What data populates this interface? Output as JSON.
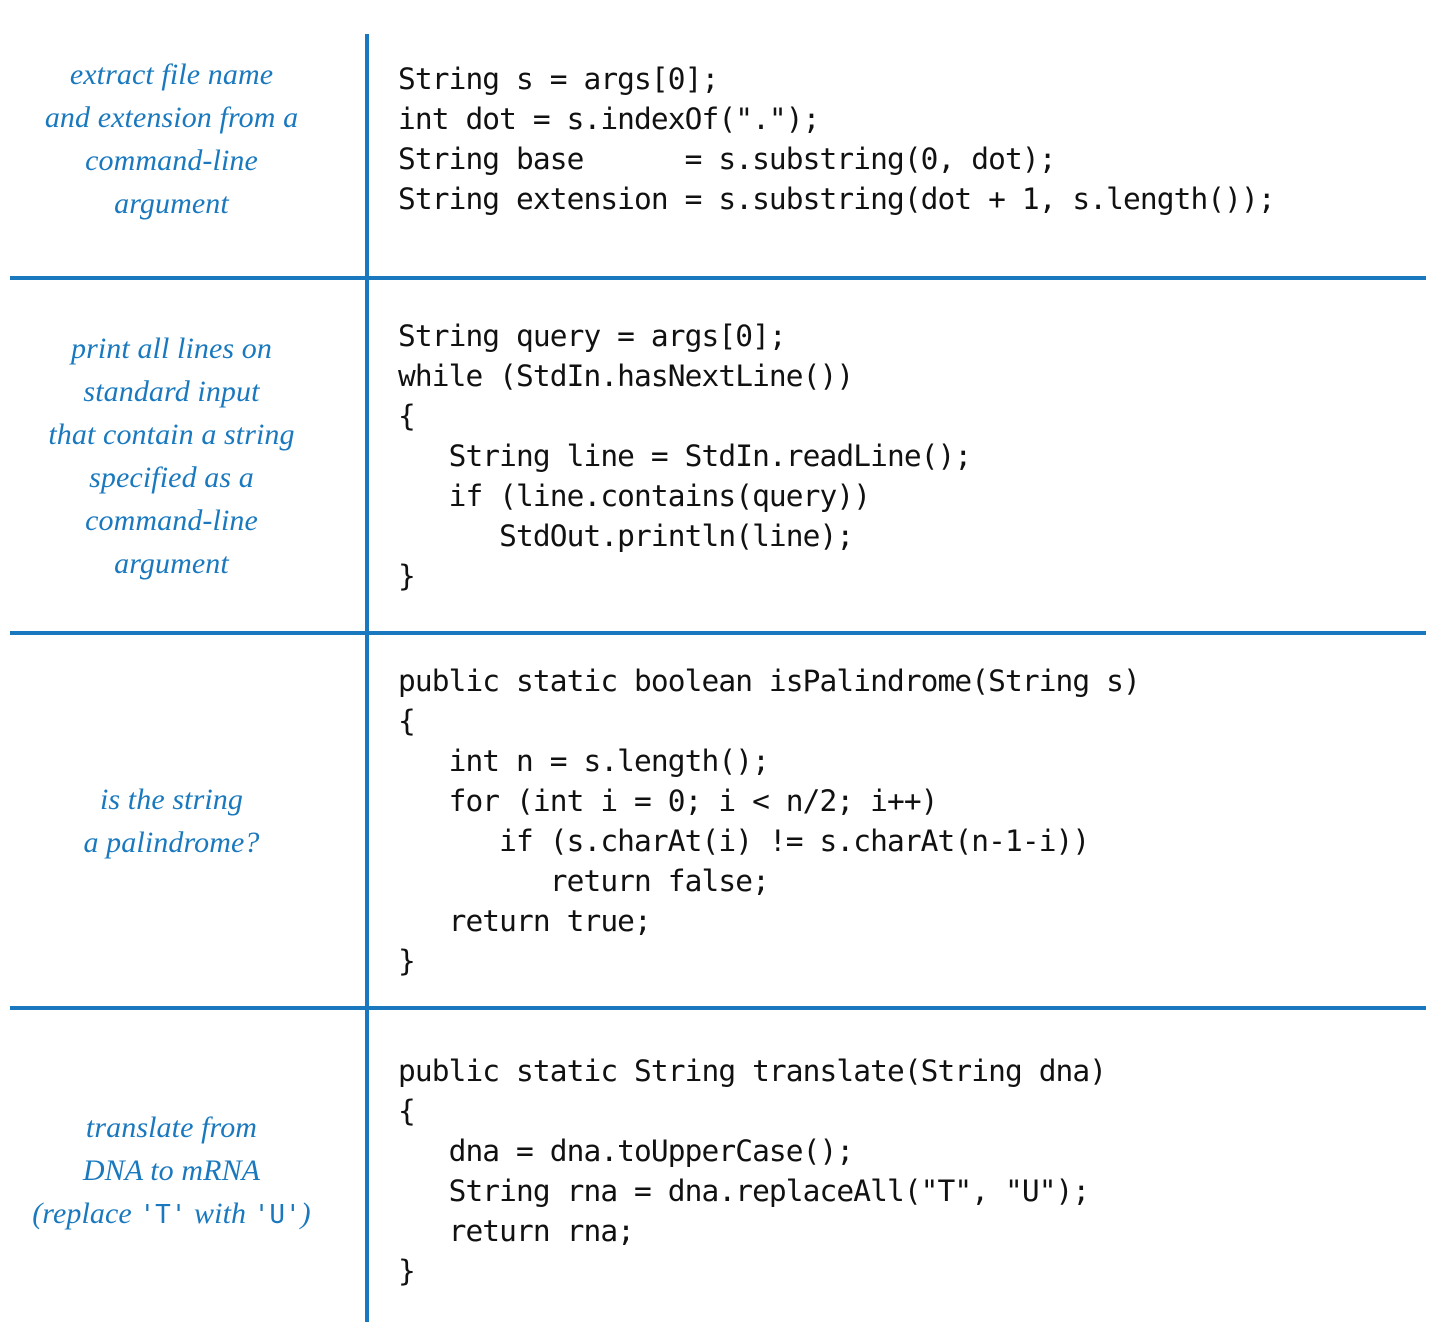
{
  "colors": {
    "accent": "#1a79be",
    "code_text": "#111111",
    "background": "#ffffff"
  },
  "rules": {
    "vertical_divider": "vertical-rule",
    "horizontal_dividers": [
      "row-divider-1",
      "row-divider-2",
      "row-divider-3"
    ]
  },
  "rows": [
    {
      "description_lines": [
        "extract file name",
        "and extension from a",
        "command-line",
        "argument"
      ],
      "code": "String s = args[0];\nint dot = s.indexOf(\".\");\nString base      = s.substring(0, dot);\nString extension = s.substring(dot + 1, s.length());"
    },
    {
      "description_lines": [
        "print all lines on",
        "standard input",
        "that contain a string",
        "specified as a",
        "command-line",
        "argument"
      ],
      "code": "String query = args[0];\nwhile (StdIn.hasNextLine())\n{\n   String line = StdIn.readLine();\n   if (line.contains(query))\n      StdOut.println(line);\n}"
    },
    {
      "description_lines": [
        "is the string",
        "a palindrome?"
      ],
      "code": "public static boolean isPalindrome(String s)\n{\n   int n = s.length();\n   for (int i = 0; i < n/2; i++)\n      if (s.charAt(i) != s.charAt(n-1-i))\n         return false;\n   return true;\n}"
    },
    {
      "description_lines": [
        "translate from",
        "DNA to mRNA"
      ],
      "description_last": {
        "prefix": "(replace ",
        "code_a": "'T'",
        "middle": " with ",
        "code_b": "'U'",
        "suffix": ")"
      },
      "code": "public static String translate(String dna)\n{\n   dna = dna.toUpperCase();\n   String rna = dna.replaceAll(\"T\", \"U\");\n   return rna;\n}"
    }
  ]
}
